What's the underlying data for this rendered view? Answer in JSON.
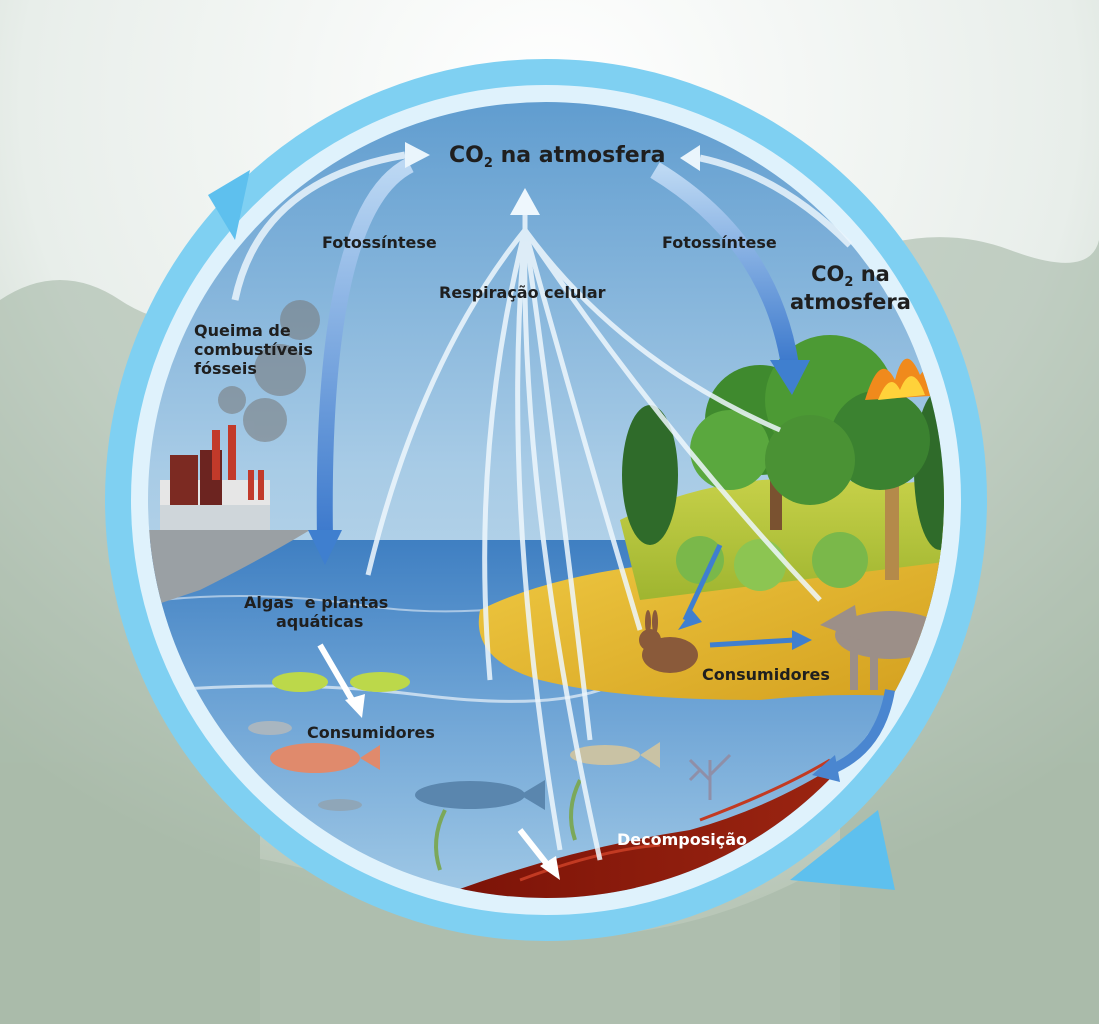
{
  "labels": {
    "co2_atm_top": {
      "prefix": "CO",
      "sub": "2",
      "suffix": " na atmosfera"
    },
    "photo_left": "Fotossíntese",
    "photo_right": "Fotossíntese",
    "respiration": "Respiração celular",
    "co2_atm_right": {
      "prefix": "CO",
      "sub": "2",
      "line1_suffix": " na",
      "line2": "atmosfera"
    },
    "fossil": [
      "Queima de",
      "combustíveis",
      "fósseis"
    ],
    "algae": [
      "Algas  e plantas",
      "aquáticas"
    ],
    "consumers_water": "Consumidores",
    "consumers_land": "Consumidores",
    "decomposition": "Decomposição"
  },
  "colors": {
    "outer_ring": "#7fd0f2",
    "sky_top": "#6da6d4",
    "sea": "#4d86c4",
    "land": "#e2b72f",
    "soil": "#8e1a10",
    "arrow_blue": "#3f7fcf",
    "arrow_light": "#eaf5fc"
  }
}
